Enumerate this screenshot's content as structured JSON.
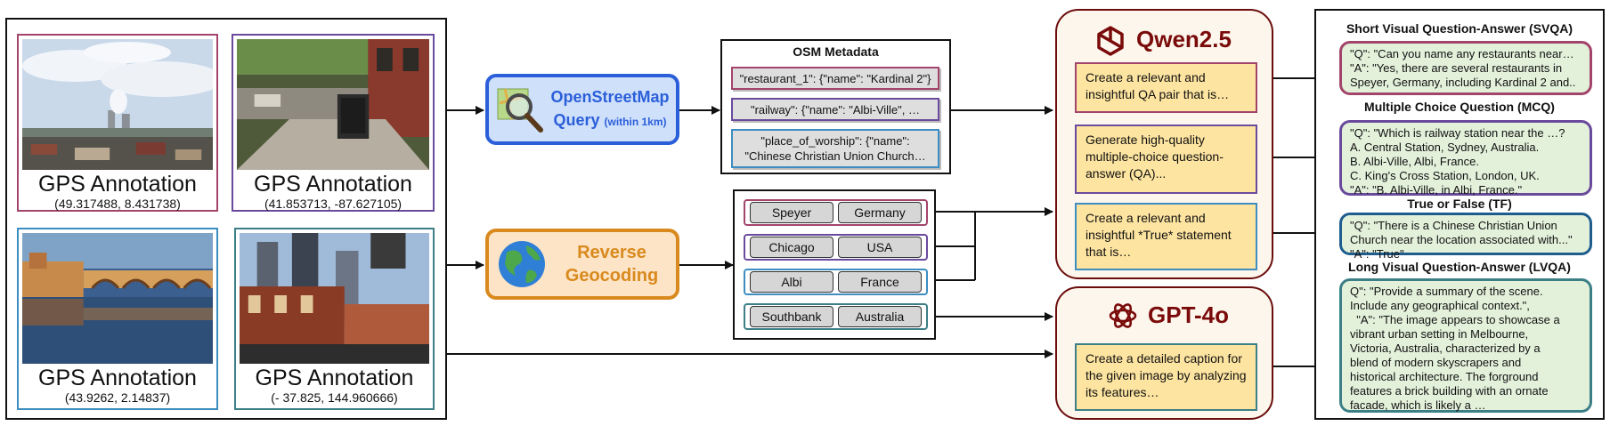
{
  "images": [
    {
      "title": "GPS Annotation",
      "coords": "(49.317488, 8.431738)",
      "border": "#a3456b",
      "scene": "city-skyline-photo"
    },
    {
      "title": "GPS Annotation",
      "coords": "(41.853713, -87.627105)",
      "border": "#6a4a9c",
      "scene": "sidewalk-photo"
    },
    {
      "title": "GPS Annotation",
      "coords": "(43.9262, 2.14837)",
      "border": "#3d8dc0",
      "scene": "bridge-river-photo"
    },
    {
      "title": "GPS Annotation",
      "coords": "(- 37.825, 144.960666)",
      "border": "#3c7f86",
      "scene": "melbourne-street-photo"
    }
  ],
  "tools": {
    "osm": {
      "line1": "OpenStreetMap",
      "line2": "Query",
      "sub": "(within 1km)",
      "accent": "#2b5fd9",
      "fill": "#cfe0fb"
    },
    "geocode": {
      "line1": "Reverse",
      "line2": "Geocoding",
      "accent": "#d98a1e",
      "fill": "#fde4c6"
    }
  },
  "osm_metadata": {
    "title": "OSM Metadata",
    "items": [
      {
        "text": "\"restaurant_1\": {\"name\": \"Kardinal 2\"}",
        "border": "#a3456b"
      },
      {
        "text": "\"railway\": {\"name\": \"Albi-Ville\", …",
        "border": "#6a4a9c"
      },
      {
        "text": "\"place_of_worship\": {\"name\": \"Chinese Christian Union Church…",
        "border": "#3d8dc0"
      }
    ]
  },
  "geocoding": [
    {
      "city": "Speyer",
      "country": "Germany",
      "border": "#a3456b"
    },
    {
      "city": "Chicago",
      "country": "USA",
      "border": "#6a4a9c"
    },
    {
      "city": "Albi",
      "country": "France",
      "border": "#3d8dc0"
    },
    {
      "city": "Southbank",
      "country": "Australia",
      "border": "#3c7f86"
    }
  ],
  "models": {
    "qwen": {
      "name": "Qwen2.5",
      "icon": "qwen-logo-icon",
      "prompts": [
        {
          "text": "Create a relevant and insightful QA pair that is…",
          "border": "#a3456b"
        },
        {
          "text": "Generate high-quality multiple-choice question-answer (QA)...",
          "border": "#6a4a9c"
        },
        {
          "text": "Create a relevant and insightful *True* statement that is…",
          "border": "#3d8dc0"
        }
      ]
    },
    "gpt": {
      "name": "GPT-4o",
      "icon": "openai-logo-icon",
      "prompts": [
        {
          "text": "Create a detailed caption for the given image by analyzing its features…",
          "border": "#3c7f86"
        }
      ]
    }
  },
  "outputs": [
    {
      "title": "Short Visual Question-Answer (SVQA)",
      "border": "#a3456b",
      "text": "\"Q\": \"Can you name any restaurants near…\n\"A\": \"Yes, there are several restaurants in\nSpeyer, Germany, including Kardinal 2 and.."
    },
    {
      "title": "Multiple Choice Question (MCQ)",
      "border": "#6a4a9c",
      "text": "\"Q\": \"Which is railway station near the …?\nA. Central Station, Sydney, Australia.\nB. Albi-Ville, Albi, France.\nC. King's Cross Station, London, UK.\n\"A\": \"B. Albi-Ville, in Albi, France.\""
    },
    {
      "title": "True or False (TF)",
      "border": "#1f5d8f",
      "text": "\"Q\": \"There is a Chinese Christian Union\nChurch near the location associated with...\"\n\"A\": \"True\""
    },
    {
      "title": "Long Visual Question-Answer (LVQA)",
      "border": "#3c7f86",
      "text": "Q\": \"Provide a summary of the scene.\nInclude any geographical context.\",\n  \"A\": \"The image appears to showcase a\nvibrant urban setting in Melbourne,\nVictoria, Australia, characterized by a\nblend of modern skyscrapers and\nhistorical architecture. The forground\nfeatures a brick building with an ornate\nfacade, which is likely a …"
    }
  ]
}
